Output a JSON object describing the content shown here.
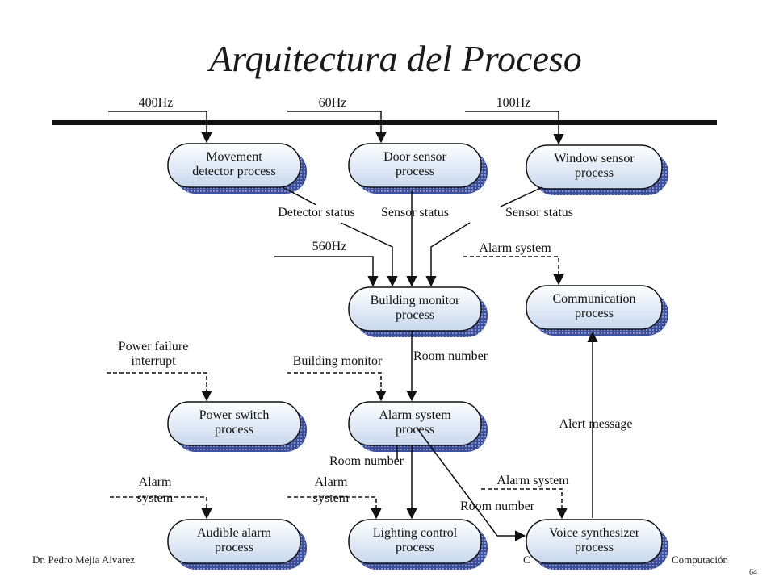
{
  "title": "Arquitectura del Proceso",
  "footer": {
    "author": "Dr. Pedro Mejía Alvarez",
    "partial_right": "Computación",
    "partial_c": "C",
    "page": "64"
  },
  "processes": {
    "movement": [
      "Movement",
      "detector process"
    ],
    "door": [
      "Door sensor",
      "process"
    ],
    "window": [
      "Window sensor",
      "process"
    ],
    "building": [
      "Building monitor",
      "process"
    ],
    "communication": [
      "Communication",
      "process"
    ],
    "power": [
      "Power switch",
      "process"
    ],
    "alarm": [
      "Alarm system",
      "process"
    ],
    "audible": [
      "Audible alarm",
      "process"
    ],
    "lighting": [
      "Lighting control",
      "process"
    ],
    "voice": [
      "Voice synthesizer",
      "process"
    ]
  },
  "labels": {
    "hz400": "400Hz",
    "hz60": "60Hz",
    "hz100": "100Hz",
    "hz560": "560Hz",
    "detector_status": "Detector status",
    "sensor_status_1": "Sensor status",
    "sensor_status_2": "Sensor status",
    "alarm_system_top": "Alarm system",
    "power_failure": [
      "Power failure",
      "interrupt"
    ],
    "building_monitor": "Building monitor",
    "room_number_1": "Room number",
    "alert_message": "Alert message",
    "room_number_2": "Room number",
    "alarm_system_left": [
      "Alarm",
      "system"
    ],
    "alarm_system_mid": [
      "Alarm",
      "system"
    ],
    "alarm_system_right": "Alarm system",
    "room_number_3": "Room number"
  },
  "colors": {
    "box_fill_top": "#ffffff",
    "box_fill_bottom": "#c9d8ee",
    "box_shadow": "#3d4f9a",
    "line": "#111111"
  }
}
